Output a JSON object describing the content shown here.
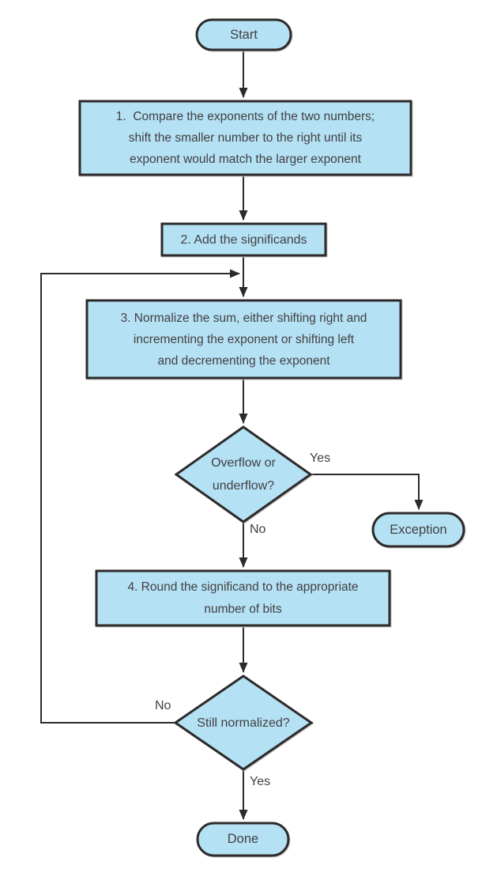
{
  "colors": {
    "node_fill": "#b5e1f4",
    "node_border": "#2d2a2a",
    "connector": "#2d2a2a",
    "text": "#414042"
  },
  "nodes": {
    "start": {
      "shape": "terminator",
      "label": "Start"
    },
    "step1": {
      "shape": "process",
      "lines": [
        "1.  Compare the exponents of the two numbers;",
        "shift the smaller number to the right until its",
        "exponent would match the larger exponent"
      ]
    },
    "step2": {
      "shape": "process",
      "label": "2. Add the significands"
    },
    "step3": {
      "shape": "process",
      "lines": [
        "3. Normalize the sum, either shifting right and",
        "incrementing the exponent or shifting left",
        "and decrementing the exponent"
      ]
    },
    "decision_overflow": {
      "shape": "decision",
      "lines": [
        "Overflow or",
        "underflow?"
      ]
    },
    "exception": {
      "shape": "terminator",
      "label": "Exception"
    },
    "step4": {
      "shape": "process",
      "lines": [
        "4. Round the significand to the appropriate",
        "number of bits"
      ]
    },
    "decision_normalized": {
      "shape": "decision",
      "label": "Still normalized?"
    },
    "done": {
      "shape": "terminator",
      "label": "Done"
    }
  },
  "edge_labels": {
    "overflow_yes": "Yes",
    "overflow_no": "No",
    "normalized_no": "No",
    "normalized_yes": "Yes"
  }
}
